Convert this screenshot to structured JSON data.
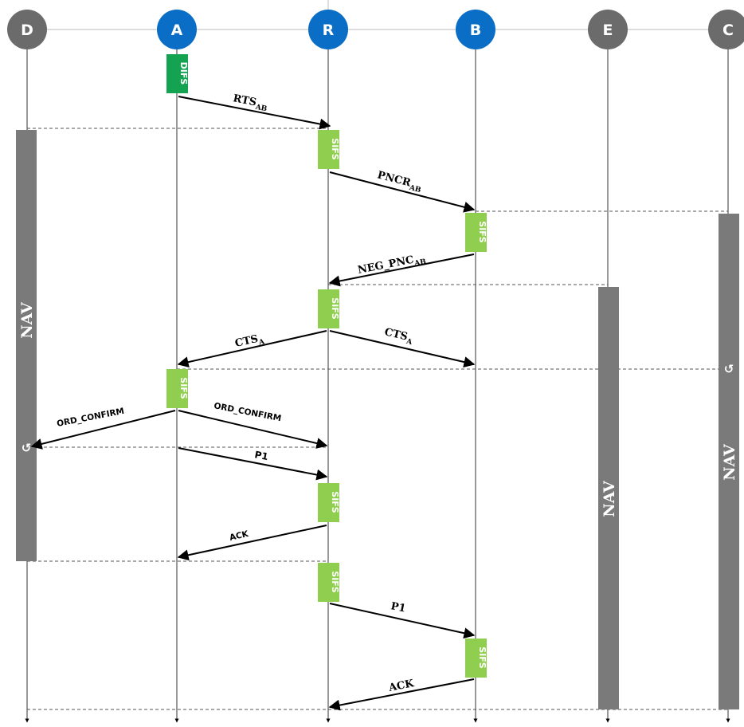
{
  "nodes": {
    "D": {
      "label": "D",
      "color": "#6b6b6b"
    },
    "A": {
      "label": "A",
      "color": "#0a6ec6"
    },
    "R": {
      "label": "R",
      "color": "#0a6ec6"
    },
    "B": {
      "label": "B",
      "color": "#0a6ec6"
    },
    "E": {
      "label": "E",
      "color": "#6b6b6b"
    },
    "C": {
      "label": "C",
      "color": "#6b6b6b"
    }
  },
  "intervals": {
    "difs": "DIFS",
    "sifs": "SIFS",
    "difs_color": "#13a351",
    "sifs_color": "#8fce4f"
  },
  "nav": {
    "label": "NAV",
    "color": "#7a7a7a",
    "symbol": "↺"
  },
  "messages": {
    "rts": {
      "base": "RTS",
      "sub": "AB"
    },
    "pncr": {
      "base": "PNCR",
      "sub": "AB"
    },
    "neg_pnc": {
      "base": "NEG_PNC",
      "sub": "AB"
    },
    "cts_to_a": {
      "base": "CTS",
      "sub": "A"
    },
    "cts_to_b": {
      "base": "CTS",
      "sub": "A"
    },
    "ord_confirm_d": "ORD_CONFIRM",
    "ord_confirm_r": "ORD_CONFIRM",
    "p1_ar": "P1",
    "ack_ra": "ACK",
    "p1_rb": "P1",
    "ack_br": "ACK"
  }
}
